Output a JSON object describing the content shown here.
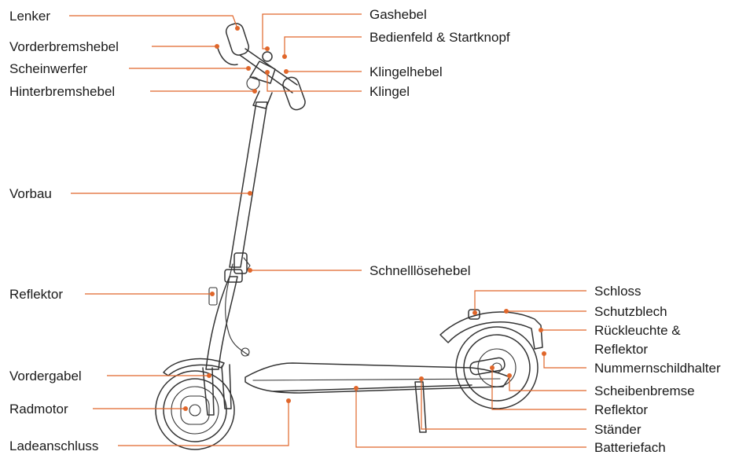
{
  "colors": {
    "leader": "#e0662a",
    "outline": "#333333",
    "label": "#1a1a1a"
  },
  "labels": {
    "lenker": "Lenker",
    "vorderbremshebel": "Vorderbremshebel",
    "scheinwerfer": "Scheinwerfer",
    "hinterbremshebel": "Hinterbremshebel",
    "vorbau": "Vorbau",
    "reflektor_front": "Reflektor",
    "vordergabel": "Vordergabel",
    "radmotor": "Radmotor",
    "ladeanschluss": "Ladeanschluss",
    "gashebel": "Gashebel",
    "bedienfeld": "Bedienfeld & Startknopf",
    "klingelhebel": "Klingelhebel",
    "klingel": "Klingel",
    "schnellloesehebel": "Schnelllösehebel",
    "schloss": "Schloss",
    "schutzblech": "Schutzblech",
    "rueckleuchte_1": "Rückleuchte &",
    "rueckleuchte_2": "Reflektor",
    "nummernschildhalter": "Nummernschildhalter",
    "scheibenbremse": "Scheibenbremse",
    "reflektor_rear": "Reflektor",
    "staender": "Ständer",
    "batteriefach": "Batteriefach"
  }
}
